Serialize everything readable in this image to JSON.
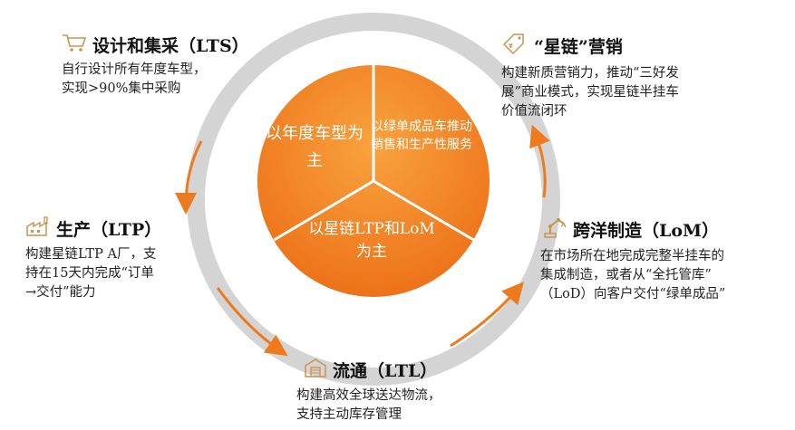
{
  "colors": {
    "accent": "#EE7A1E",
    "ring": "#d4d4d4",
    "icon": "#c8944f"
  },
  "center_pie": {
    "segment_1": "以年度车型为主",
    "segment_2": "以绿单成品车推动销售和生产性服务",
    "segment_3": "以星链LTP和LoM为主"
  },
  "lts": {
    "title": "设计和集采（LTS）",
    "desc_1": "自行设计所有年度车型，",
    "desc_2": "实现>90%集中采购",
    "icon": "shopping-cart-icon"
  },
  "marketing": {
    "title": "“星链”营销",
    "desc_1": "构建新质营销力，推动“三好发",
    "desc_2": "展”商业模式，实现星链半挂车",
    "desc_3": "价值流闭环",
    "icon": "price-tag-icon"
  },
  "ltp": {
    "title": "生产（LTP）",
    "desc_1": "构建星链LTP A厂，支",
    "desc_2": "持在15天内完成“订单",
    "desc_3": "→交付”能力",
    "icon": "factory-icon"
  },
  "lom": {
    "title": "跨洋制造（LoM）",
    "desc_1": "在市场所在地完成完整半挂车的",
    "desc_2": "集成制造，或者从“全托管库”",
    "desc_3": "（LoD）向客户交付“绿单成品”",
    "icon": "robot-arm-icon"
  },
  "ltl": {
    "title": "流通（LTL）",
    "desc_1": "构建高效全球送达物流，",
    "desc_2": "支持主动库存管理",
    "icon": "warehouse-icon"
  }
}
